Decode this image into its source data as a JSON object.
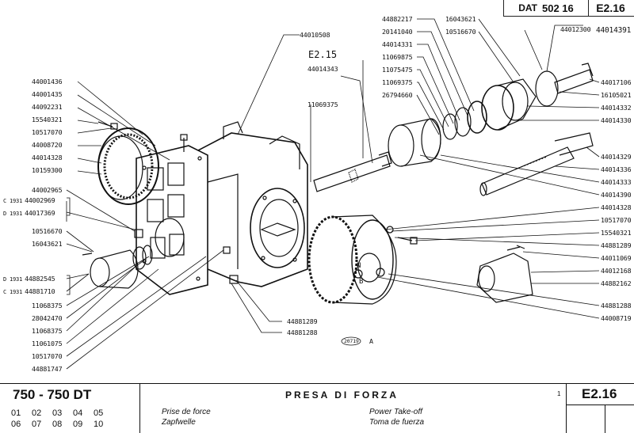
{
  "header": {
    "dat_label": "DAT",
    "dat_number": "502 16",
    "code": "E2.16"
  },
  "callouts": {
    "top_ref": "E2.15",
    "center_top": [
      "44010508",
      "44014343",
      "11069375"
    ],
    "top_middle": [
      "44882217",
      "20141040",
      "44014331",
      "11069875",
      "11075475",
      "11069375",
      "26794660"
    ],
    "top_right_a": [
      "16043621",
      "10516670"
    ],
    "top_right_b": [
      "44012300",
      "44014391"
    ],
    "right": [
      "44017106",
      "16105021",
      "44014332",
      "44014330",
      "44014329",
      "44014336",
      "44014333",
      "44014390",
      "44014328",
      "10517070",
      "15540321",
      "44881289",
      "44011069",
      "44012168",
      "44882162",
      "44881288",
      "44008719"
    ],
    "left": [
      "44001436",
      "44001435",
      "44092231",
      "15540321",
      "10517070",
      "44008720",
      "44014328",
      "10159300",
      "44002965"
    ],
    "left_variant_1": {
      "prefix_a": "C 1931",
      "code_a": "44002969",
      "prefix_b": "D 1931",
      "code_b": "44017369"
    },
    "left_mid": [
      "10516670",
      "16043621"
    ],
    "left_variant_2": {
      "prefix_a": "D 1931",
      "code_a": "44882545",
      "prefix_b": "C 1931",
      "code_b": "44881710"
    },
    "left_bottom": [
      "11068375",
      "28042470",
      "11068375",
      "11061075",
      "10517070",
      "44881747"
    ],
    "bottom_center": [
      "44881289",
      "44881288"
    ],
    "drawing_no": "20719",
    "letter_a": "A",
    "letter_n": "N",
    "letter_b": "B"
  },
  "footer": {
    "model": "750 - 750 DT",
    "versions_row1": [
      "01",
      "02",
      "03",
      "04",
      "05"
    ],
    "versions_row2": [
      "06",
      "07",
      "08",
      "09",
      "10"
    ],
    "title": "PRESA DI FORZA",
    "fr": "Prise de force",
    "de": "Zapfwelle",
    "en": "Power Take-off",
    "es": "Toma de fuerza",
    "page_mark": "1",
    "code": "E2.16"
  }
}
